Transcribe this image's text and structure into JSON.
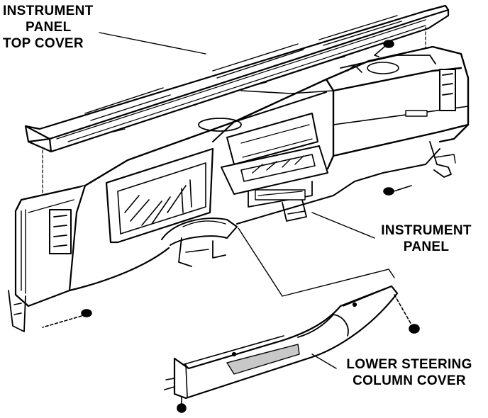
{
  "labels": {
    "top_cover": [
      "INSTRUMENT",
      "PANEL",
      "TOP COVER"
    ],
    "instrument_panel": [
      "INSTRUMENT",
      "PANEL"
    ],
    "lower_cover": [
      "LOWER STEERING",
      "COLUMN COVER"
    ]
  },
  "colors": {
    "ink": "#000000",
    "paper": "#ffffff",
    "shade": "#c8c8c8"
  }
}
